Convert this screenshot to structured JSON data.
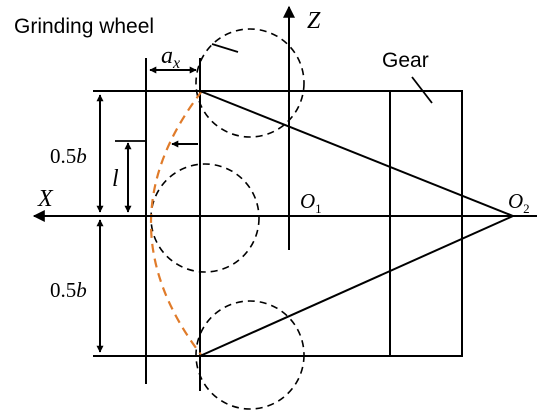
{
  "labels": {
    "grinding_wheel": "Grinding wheel",
    "gear": "Gear",
    "axis_x": "X",
    "axis_z": "Z",
    "ax_main": "a",
    "ax_sub": "x",
    "half_b_top_num": "0.5",
    "half_b_top_var": "b",
    "half_b_bottom_num": "0.5",
    "half_b_bottom_var": "b",
    "l_label": "l",
    "o1_main": "O",
    "o1_sub": "1",
    "o2_main": "O",
    "o2_sub": "2"
  },
  "colors": {
    "line": "#000000",
    "profile_curve": "#e07b2a"
  }
}
